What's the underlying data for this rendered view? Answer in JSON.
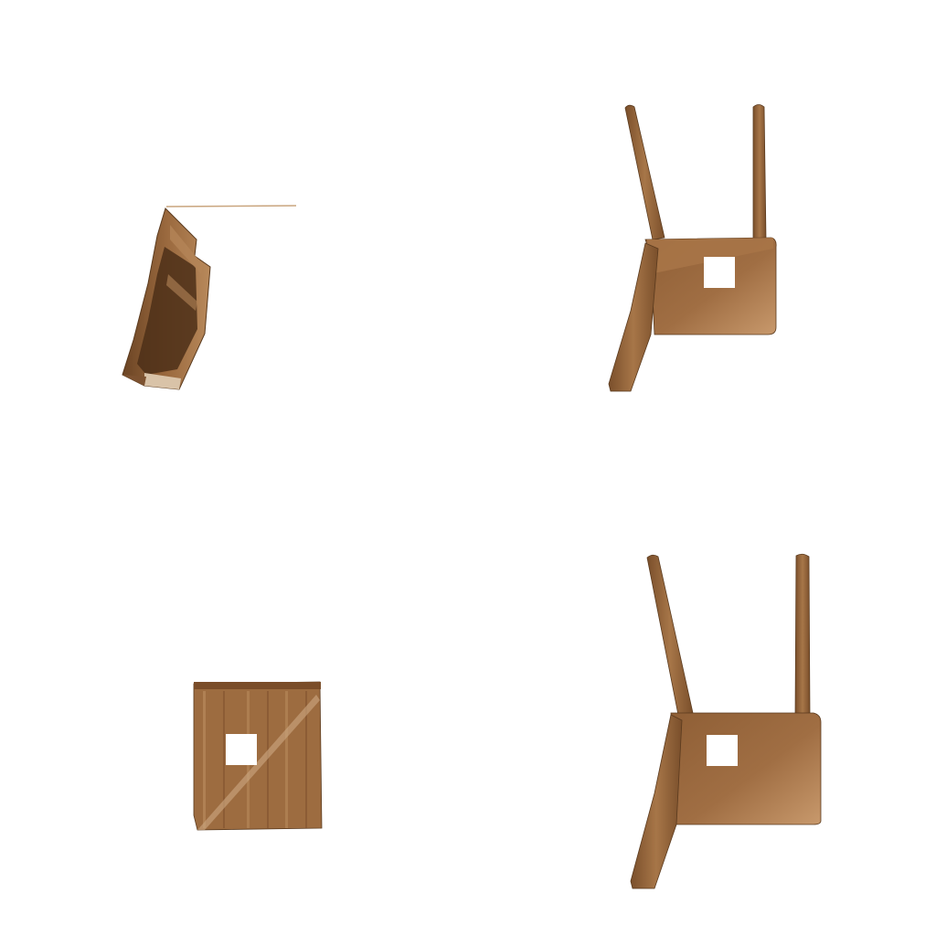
{
  "scene": {
    "background_color": "#ffffff",
    "object_color": "#9b6a3f",
    "object_highlight": "#c79a6c",
    "object_shadow": "#5e3b1d",
    "views": [
      {
        "name": "view-top-left",
        "description_icon": "chair-side-view"
      },
      {
        "name": "view-top-right",
        "description_icon": "chair-rear-view"
      },
      {
        "name": "view-bottom-left",
        "description_icon": "chair-seat-view"
      },
      {
        "name": "view-bottom-right",
        "description_icon": "chair-front-view"
      }
    ]
  }
}
